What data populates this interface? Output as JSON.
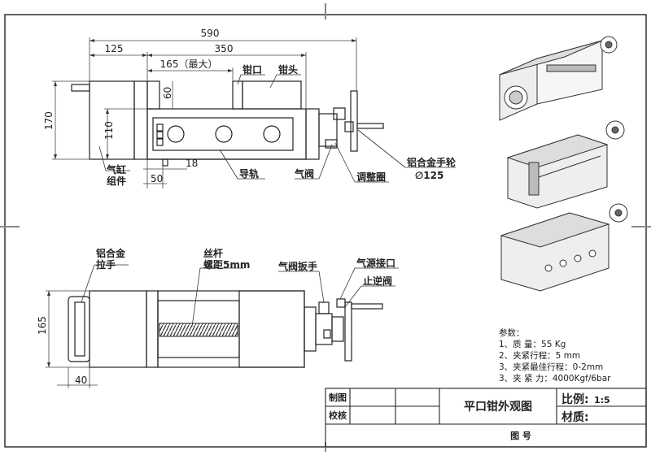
{
  "dims": {
    "d590": "590",
    "d125": "125",
    "d350": "350",
    "d165max": "165（最大）",
    "d60": "60",
    "d170": "170",
    "d110": "110",
    "d18": "18",
    "d50": "50",
    "d165": "165",
    "d40": "40"
  },
  "labels": {
    "jaw": "钳口",
    "head": "钳头",
    "cyl1": "气缸",
    "cyl2": "组件",
    "guide": "导轨",
    "valve": "气阀",
    "adjust": "调整圈",
    "wheel": "铝合金手轮",
    "wheel_dia": "∅125",
    "handle1": "铝合金",
    "handle2": "拉手",
    "screw1": "丝杆",
    "screw2": "螺距5mm",
    "valve_lever": "气阀扳手",
    "air_inlet": "气源接口",
    "check_valve": "止逆阀"
  },
  "params": {
    "title": "参数：",
    "lines": [
      "1、质    量：55 Kg",
      "2、夹紧行程：5 mm",
      "3、夹紧最佳行程：0-2mm",
      "3、夹  紧 力：4000Kgf/6bar"
    ]
  },
  "title_block": {
    "draw": "制图",
    "check": "校核",
    "name": "平口钳外观图",
    "scale_label": "比例:",
    "scale_value": "1:5",
    "material_label": "材质:",
    "drawing_no": "图   号"
  }
}
